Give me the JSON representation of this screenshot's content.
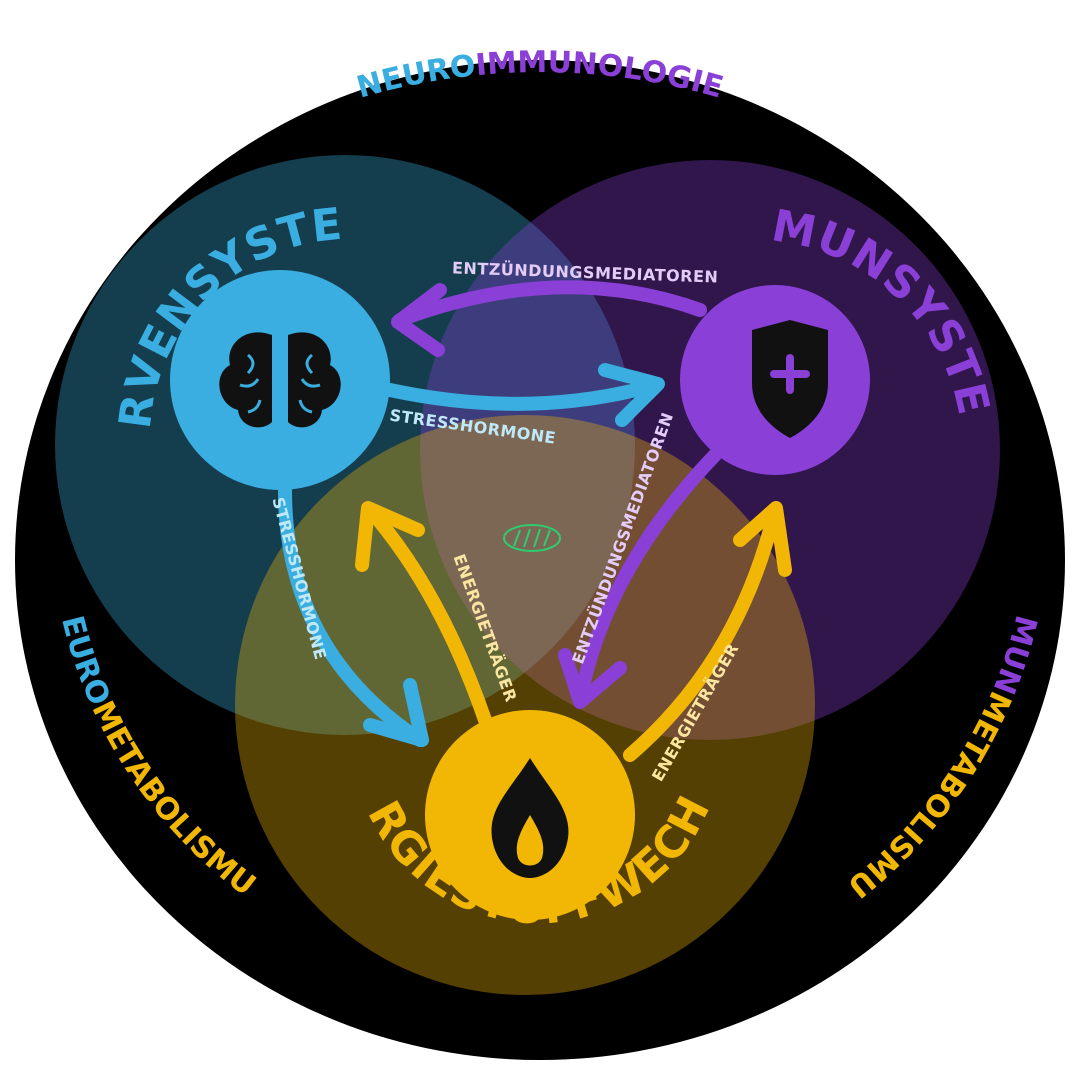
{
  "colors": {
    "nerv": "#3aaee0",
    "immun": "#8a3fd6",
    "energie": "#f2b705",
    "background": "#000000",
    "pale_nerv": "#bfe9f8",
    "pale_immun": "#e3ccf8",
    "pale_energie": "#fbe6a0"
  },
  "top_title": {
    "part1": "NEURO",
    "part2": "IMMUNOLOGIE"
  },
  "left_title": {
    "part1": "NEURO",
    "part2": "METABOLISMUS"
  },
  "right_title": {
    "part1": "IMMUN",
    "part2": "METABOLISMUS"
  },
  "systems": {
    "nerv": {
      "label": "NERVENSYSTEM",
      "icon": "brain-icon"
    },
    "immun": {
      "label": "IMMUNSYSTEM",
      "icon": "shield-plus-icon"
    },
    "energie": {
      "label": "ENERGIESTOFFWECHSEL",
      "icon": "flame-icon"
    }
  },
  "arrows": {
    "immun_to_nerv": "ENTZÜNDUNGSMEDIATOREN",
    "nerv_to_immun": "STRESSHORMONE",
    "nerv_to_energie": "STRESSHORMONE",
    "immun_to_energie": "ENTZÜNDUNGSMEDIATOREN",
    "energie_nerv": "ENERGIETRÄGER",
    "energie_immun": "ENERGIETRÄGER"
  },
  "center_icon": "bacteria-icon"
}
